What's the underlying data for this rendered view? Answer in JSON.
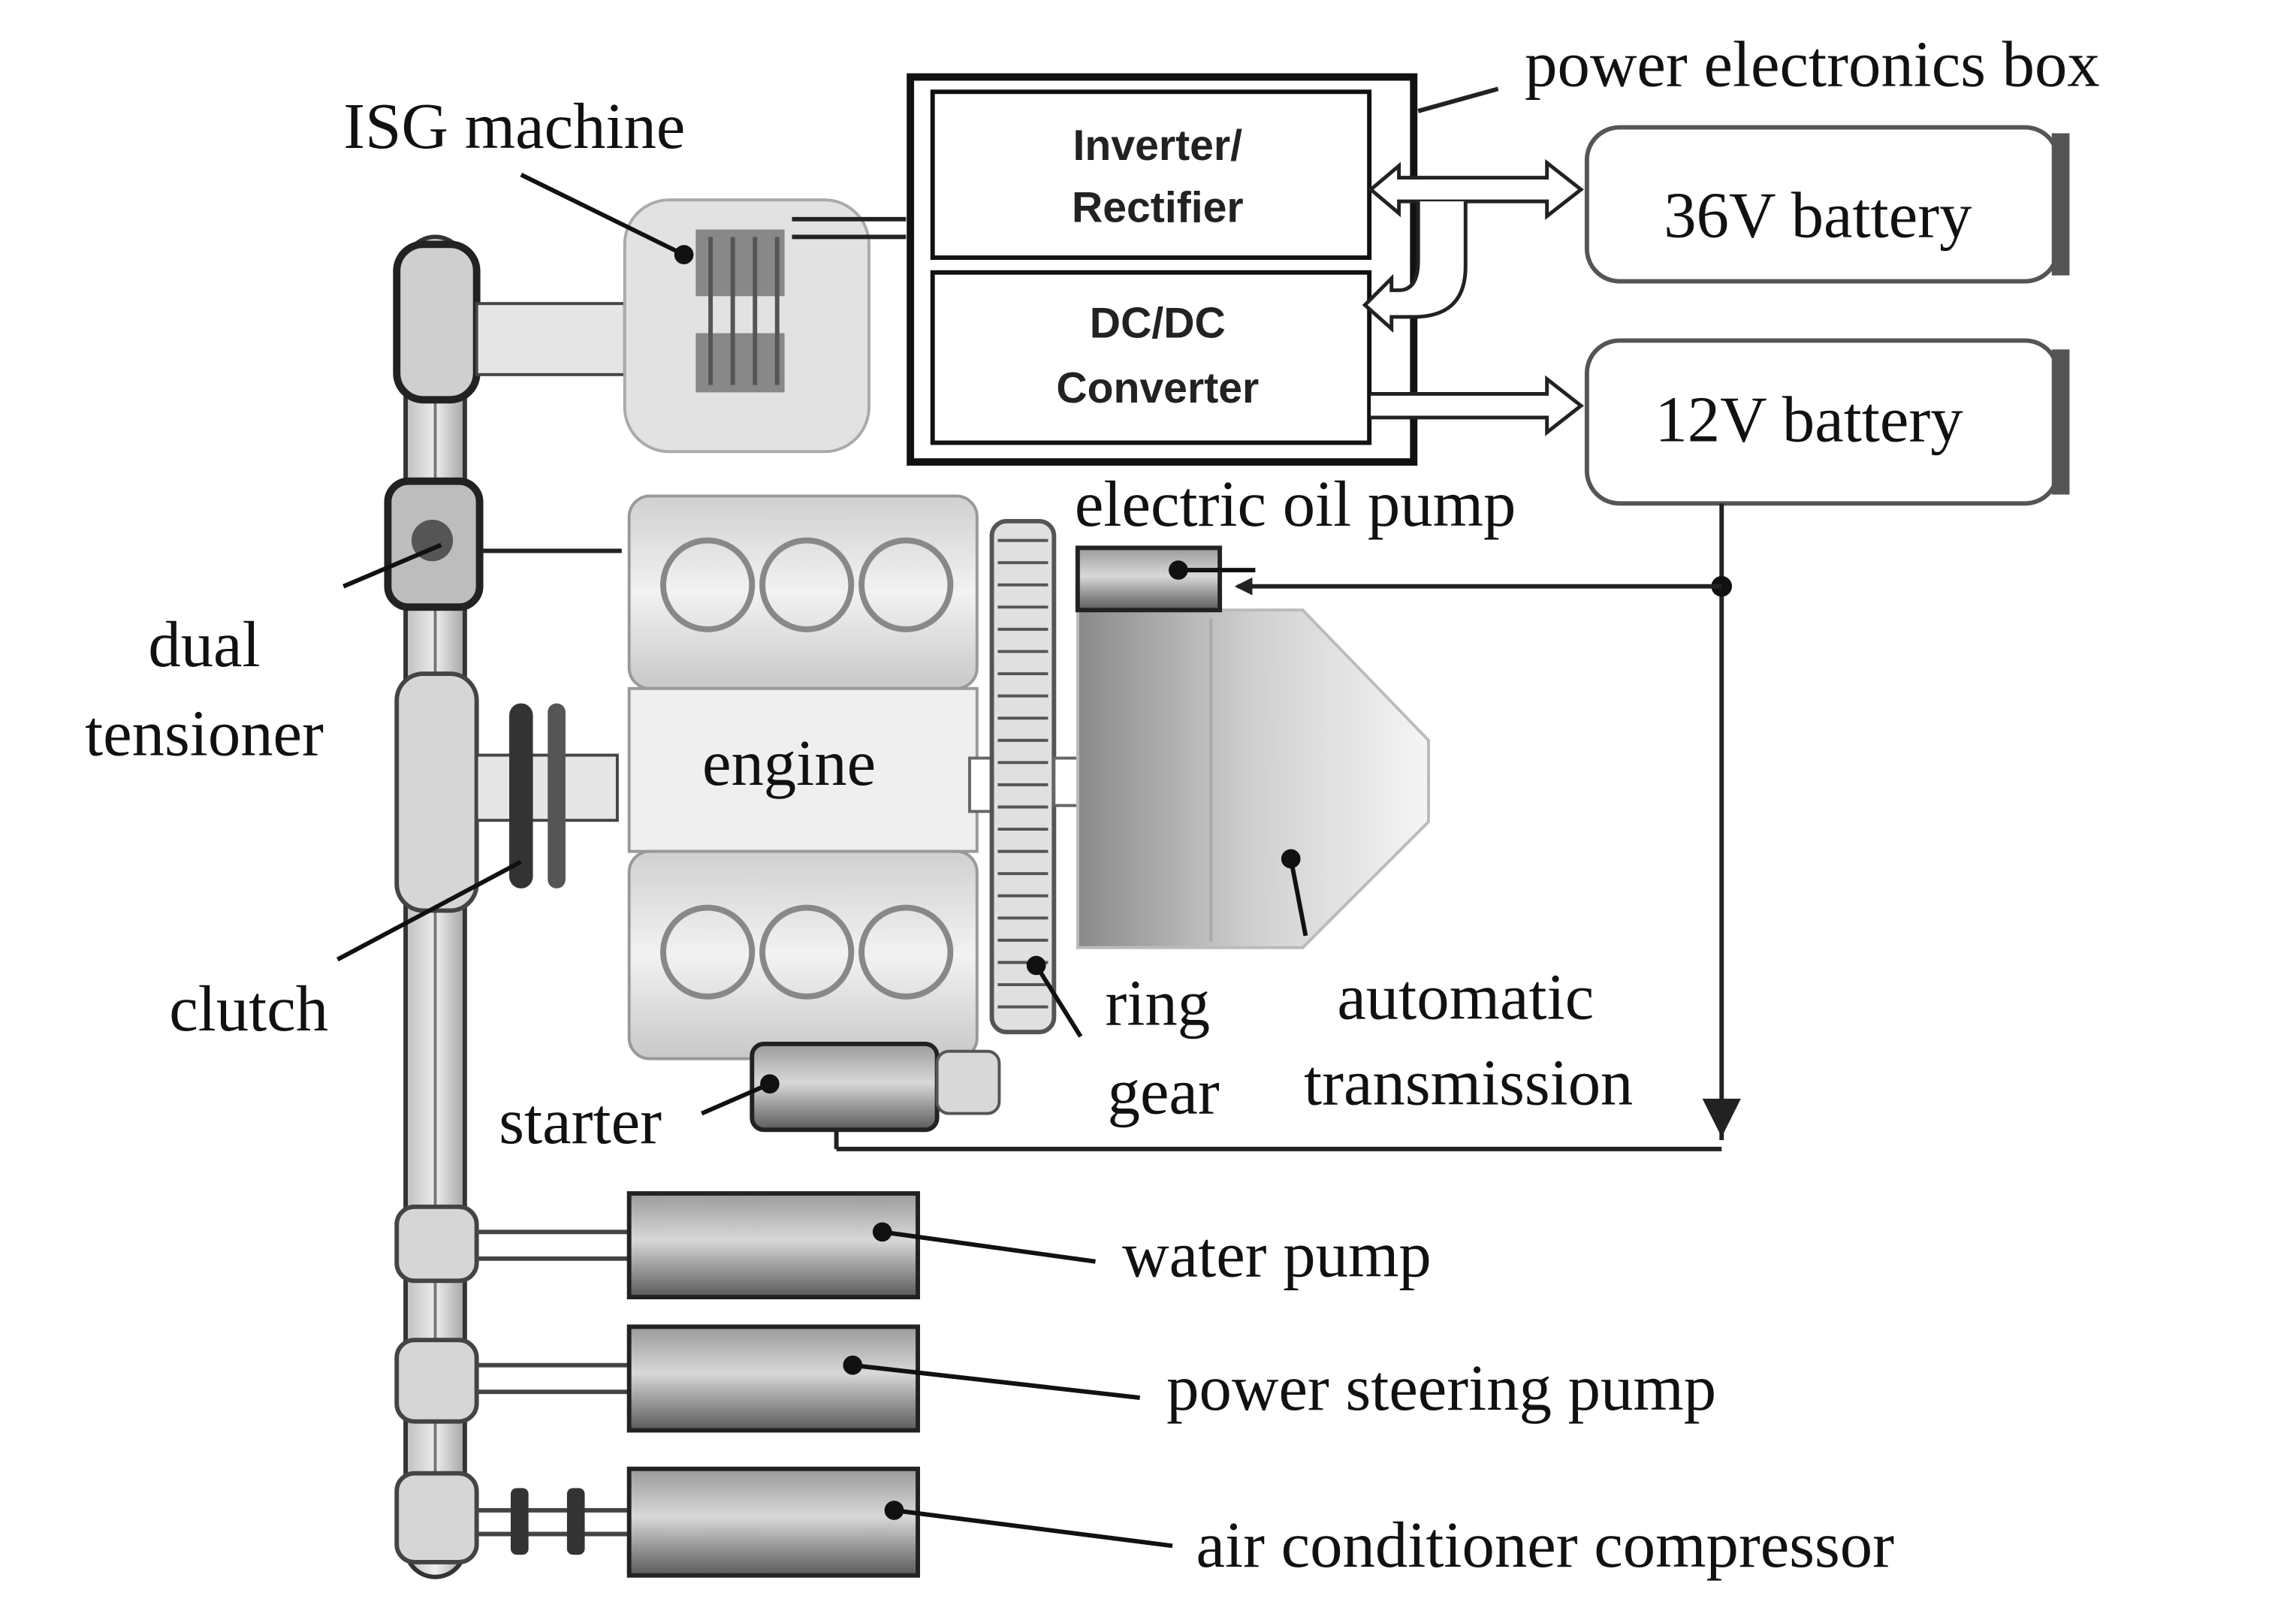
{
  "labels": {
    "power_electronics_box": "power electronics box",
    "isg_machine": "ISG machine",
    "inverter_line1": "Inverter/",
    "inverter_line2": "Rectifier",
    "dcdc_line1": "DC/DC",
    "dcdc_line2": "Converter",
    "battery_36v": "36V battery",
    "battery_12v": "12V battery",
    "electric_oil_pump": "electric oil pump",
    "dual": "dual",
    "tensioner": "tensioner",
    "engine": "engine",
    "clutch": "clutch",
    "ring": "ring",
    "gear": "gear",
    "automatic": "automatic",
    "transmission": "transmission",
    "starter": "starter",
    "water_pump": "water pump",
    "power_steering_pump": "power steering pump",
    "air_conditioner_compressor": "air conditioner compressor"
  }
}
